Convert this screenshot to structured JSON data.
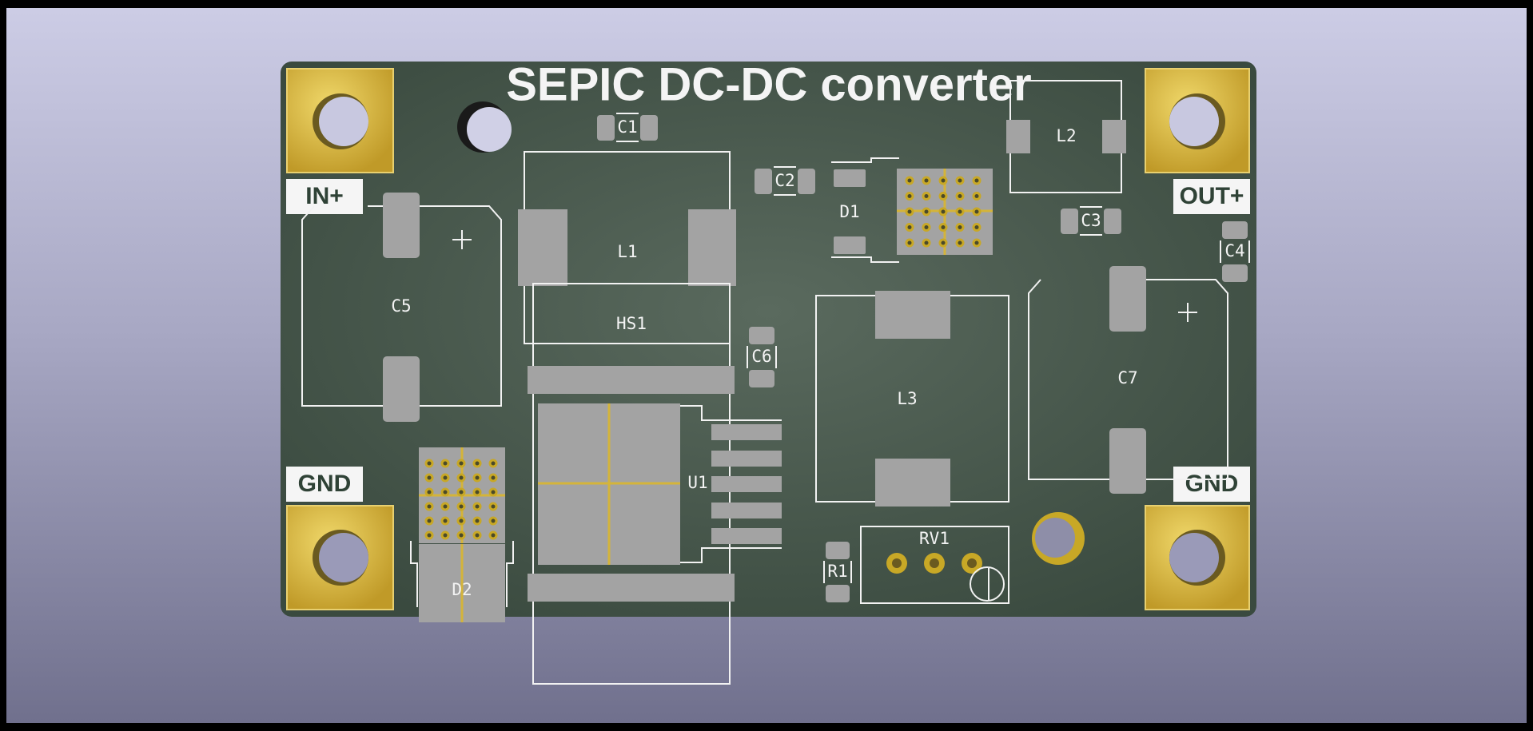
{
  "board": {
    "title": "SEPIC DC-DC converter",
    "colors": {
      "soldermask": "#3f4f44",
      "copper": "#d4b43a",
      "silkscreen": "#f2f2f2",
      "pad": "#a3a3a3",
      "background_top": "#cdcde6",
      "background_bottom": "#6f6f8c"
    }
  },
  "terminals": {
    "in_plus": "IN+",
    "out_plus": "OUT+",
    "gnd_left": "GND",
    "gnd_right": "GND"
  },
  "components": {
    "c1": "C1",
    "c2": "C2",
    "c3": "C3",
    "c4": "C4",
    "c5": "C5",
    "c6": "C6",
    "c7": "C7",
    "l1": "L1",
    "l2": "L2",
    "l3": "L3",
    "d1": "D1",
    "d2": "D2",
    "hs1": "HS1",
    "u1": "U1",
    "r1": "R1",
    "rv1": "RV1"
  },
  "polarity_marks": {
    "c5": "+",
    "c7": "+"
  }
}
